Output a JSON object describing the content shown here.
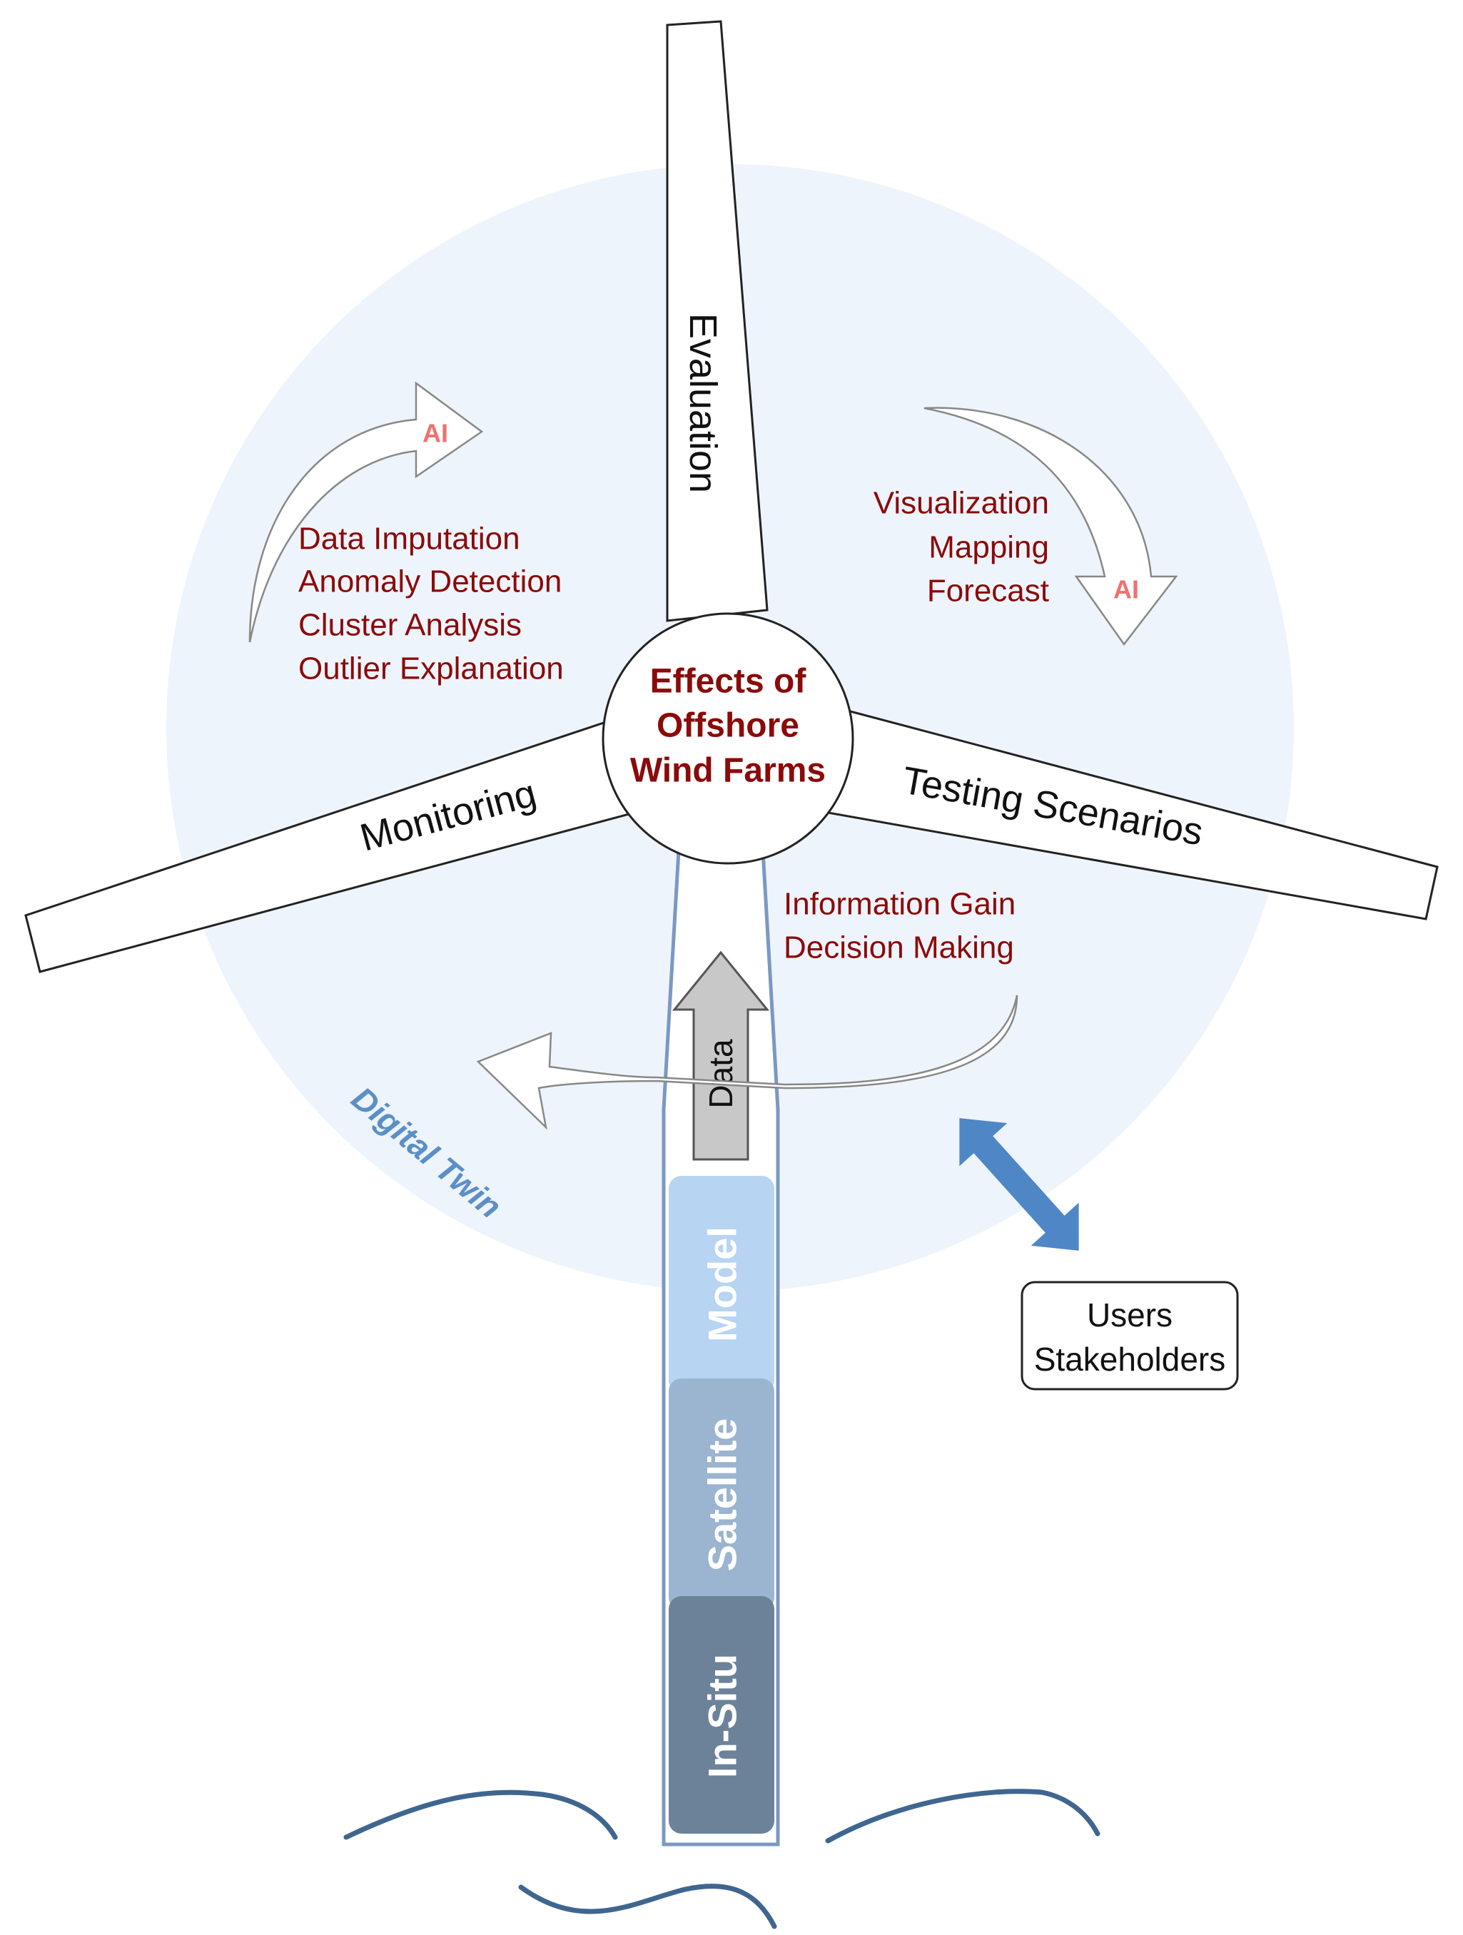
{
  "hub": {
    "lines": [
      "Effects of",
      "Offshore",
      "Wind Farms"
    ]
  },
  "blades": {
    "top": "Evaluation",
    "left": "Monitoring",
    "right": "Testing Scenarios"
  },
  "ai_label": "AI",
  "groups": {
    "left_methods": [
      "Data Imputation",
      "Anomaly Detection",
      "Cluster Analysis",
      "Outlier Explanation"
    ],
    "right_methods": [
      "Visualization",
      "Mapping",
      "Forecast"
    ],
    "bottom_outcomes": [
      "Information Gain",
      "Decision Making"
    ]
  },
  "data_arrow_label": "Data",
  "digital_twin_label": "Digital Twin",
  "tower_layers": [
    "Model",
    "Satellite",
    "In-Situ"
  ],
  "users_box": [
    "Users",
    "Stakeholders"
  ],
  "colors": {
    "circle_bg": "#eef4fb",
    "method_text": "#8b0a0a",
    "ai_text": "#f07070",
    "digital_twin": "#5b8fc7",
    "model": "#b7d4f2",
    "satellite": "#9bb4cf",
    "in_situ": "#6c8299",
    "double_arrow": "#4f86c6",
    "waves": "#3f6690"
  }
}
